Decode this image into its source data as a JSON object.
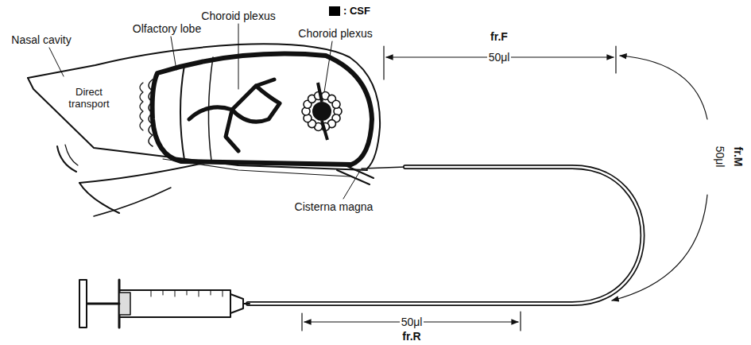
{
  "diagram": {
    "labels": [
      "Choroid plexus",
      "Olfactory lobe",
      "Nasal cavity",
      "Direct transport",
      "Choroid plexus",
      "fr.F",
      "50μl",
      "50μl",
      "fr.M",
      "Cisterna magna",
      "50μl",
      "fr.R"
    ],
    "legend": [
      {
        "text": ": CSF",
        "color": "#000000"
      }
    ]
  }
}
